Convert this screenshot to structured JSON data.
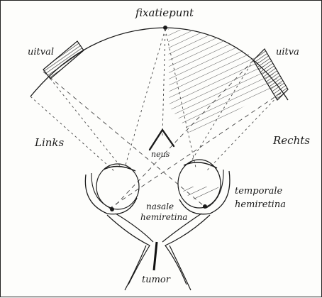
{
  "diagram": {
    "labels": {
      "fixation_point": "fixatiepunt",
      "outfall_left": "uitval",
      "outfall_right": "uitva",
      "left": "Links",
      "right": "Rechts",
      "nose": "neus",
      "temporal_hemiretina": [
        "temporale",
        "hemiretina"
      ],
      "nasal_hemiretina": [
        "nasale",
        "hemiretina"
      ],
      "tumor": "tumor"
    },
    "colors": {
      "ink": "#1a1a1a",
      "paper": "#fdfdfb"
    }
  }
}
